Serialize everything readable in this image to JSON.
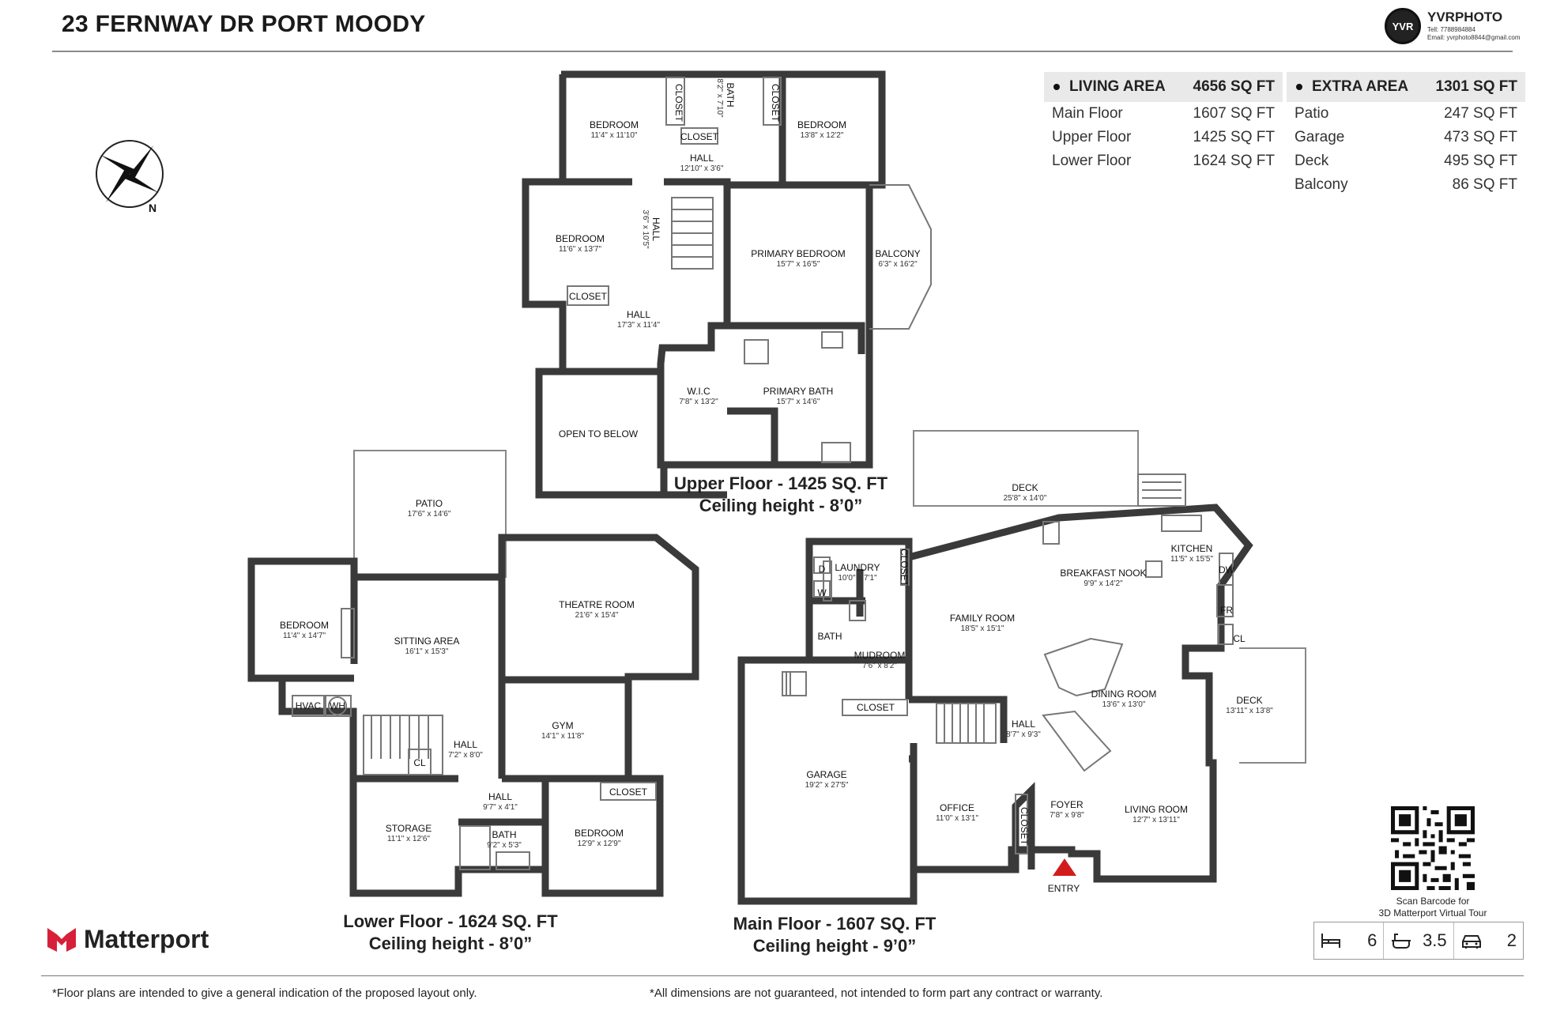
{
  "header": {
    "title": "23 FERNWAY DR PORT MOODY",
    "brand_logo_text": "YVR",
    "brand_name": "YVRPHOTO",
    "brand_tel": "Tell:  7788984884",
    "brand_email": "Email:  yvrphoto8844@gmail.com"
  },
  "living_area": {
    "label": "LIVING AREA",
    "total": "4656 SQ FT",
    "rows": [
      {
        "name": "Main Floor",
        "value": "1607 SQ FT"
      },
      {
        "name": "Upper Floor",
        "value": "1425 SQ FT"
      },
      {
        "name": "Lower Floor",
        "value": "1624 SQ FT"
      }
    ]
  },
  "extra_area": {
    "label": "EXTRA AREA",
    "total": "1301 SQ FT",
    "rows": [
      {
        "name": "Patio",
        "value": "247 SQ FT"
      },
      {
        "name": "Garage",
        "value": "473 SQ FT"
      },
      {
        "name": "Deck",
        "value": "495 SQ FT"
      },
      {
        "name": "Balcony",
        "value": "86 SQ FT"
      }
    ]
  },
  "compass": {
    "north_label": "N"
  },
  "upper_floor": {
    "caption_line1": "Upper Floor - 1425 SQ. FT",
    "caption_line2": "Ceiling height - 8’0”",
    "rooms": {
      "bedroom1": {
        "name": "BEDROOM",
        "dim": "11'4\" x 11'10\""
      },
      "closet1": {
        "name": "CLOSET"
      },
      "bath": {
        "name": "BATH",
        "dim": "8'2\" x 7'10\""
      },
      "closet2": {
        "name": "CLOSET"
      },
      "bedroom2": {
        "name": "BEDROOM",
        "dim": "13'8\" x 12'2\""
      },
      "closet3": {
        "name": "CLOSET"
      },
      "hall1": {
        "name": "HALL",
        "dim": "12'10\" x 3'6\""
      },
      "hall2": {
        "name": "HALL",
        "dim": "3'6\" x 10'5\""
      },
      "bedroom3": {
        "name": "BEDROOM",
        "dim": "11'6\" x 13'7\""
      },
      "closet4": {
        "name": "CLOSET"
      },
      "primary_bedroom": {
        "name": "PRIMARY BEDROOM",
        "dim": "15'7\" x 16'5\""
      },
      "balcony": {
        "name": "BALCONY",
        "dim": "6'3\" x 16'2\""
      },
      "hall3": {
        "name": "HALL",
        "dim": "17'3\" x 11'4\""
      },
      "wic": {
        "name": "W.I.C",
        "dim": "7'8\" x 13'2\""
      },
      "primary_bath": {
        "name": "PRIMARY BATH",
        "dim": "15'7\" x 14'6\""
      },
      "open_below": {
        "name": "OPEN TO BELOW"
      }
    }
  },
  "lower_floor": {
    "caption_line1": "Lower Floor - 1624 SQ. FT",
    "caption_line2": "Ceiling height - 8’0”",
    "rooms": {
      "patio": {
        "name": "PATIO",
        "dim": "17'6\" x 14'6\""
      },
      "bedroom1": {
        "name": "BEDROOM",
        "dim": "11'4\" x 14'7\""
      },
      "sitting": {
        "name": "SITTING AREA",
        "dim": "16'1\" x 15'3\""
      },
      "theatre": {
        "name": "THEATRE ROOM",
        "dim": "21'6\" x 15'4\""
      },
      "hvac": {
        "name": "HVAC"
      },
      "wh": {
        "name": "WH"
      },
      "hall1": {
        "name": "HALL",
        "dim": "7'2\" x 8'0\""
      },
      "gym": {
        "name": "GYM",
        "dim": "14'1\" x 11'8\""
      },
      "cl": {
        "name": "CL"
      },
      "hall2": {
        "name": "HALL",
        "dim": "9'7\" x 4'1\""
      },
      "closet": {
        "name": "CLOSET"
      },
      "storage": {
        "name": "STORAGE",
        "dim": "11'1\" x 12'6\""
      },
      "bath": {
        "name": "BATH",
        "dim": "9'2\" x 5'3\""
      },
      "bedroom2": {
        "name": "BEDROOM",
        "dim": "12'9\" x 12'9\""
      }
    }
  },
  "main_floor": {
    "caption_line1": "Main Floor - 1607 SQ. FT",
    "caption_line2": "Ceiling height - 9’0”",
    "rooms": {
      "deck1": {
        "name": "DECK",
        "dim": "25'8\" x 14'0\""
      },
      "laundry": {
        "name": "LAUNDRY",
        "dim": "10'0\" x 7'1\""
      },
      "closet1": {
        "name": "CLOSET"
      },
      "d": {
        "name": "D"
      },
      "w": {
        "name": "W"
      },
      "kitchen": {
        "name": "KITCHEN",
        "dim": "11'5\" x 15'5\""
      },
      "breakfast": {
        "name": "BREAKFAST NOOK",
        "dim": "9'9\" x 14'2\""
      },
      "dw": {
        "name": "DW"
      },
      "fr": {
        "name": "FR"
      },
      "family": {
        "name": "FAMILY ROOM",
        "dim": "18'5\" x 15'1\""
      },
      "bath": {
        "name": "BATH"
      },
      "cl": {
        "name": "CL"
      },
      "mudroom": {
        "name": "MUDROOM",
        "dim": "7'6\" x 8'2\""
      },
      "dining": {
        "name": "DINING ROOM",
        "dim": "13'6\" x 13'0\""
      },
      "deck2": {
        "name": "DECK",
        "dim": "13'11\" x 13'8\""
      },
      "closet2": {
        "name": "CLOSET"
      },
      "hall": {
        "name": "HALL",
        "dim": "8'7\" x 9'3\""
      },
      "garage": {
        "name": "GARAGE",
        "dim": "19'2\" x 27'5\""
      },
      "office": {
        "name": "OFFICE",
        "dim": "11'0\" x 13'1\""
      },
      "closet3": {
        "name": "CLOSET"
      },
      "foyer": {
        "name": "FOYER",
        "dim": "7'8\" x 9'8\""
      },
      "living": {
        "name": "LIVING ROOM",
        "dim": "12'7\" x 13'11\""
      },
      "entry": {
        "name": "ENTRY"
      }
    }
  },
  "qr": {
    "caption_line1": "Scan Barcode for",
    "caption_line2": "3D Matterport Virtual Tour"
  },
  "stats": {
    "beds": "6",
    "baths": "3.5",
    "garage": "2"
  },
  "footer": {
    "brand": "Matterport",
    "note_left": "*Floor plans are intended to give a general indication of the proposed layout only.",
    "note_right": "*All dimensions are not guaranteed, not intended to form part any contract or warranty."
  },
  "colors": {
    "entry_arrow": "#d21c1c",
    "matterport_red": "#d6203a",
    "table_head": "#e9e9e9"
  }
}
